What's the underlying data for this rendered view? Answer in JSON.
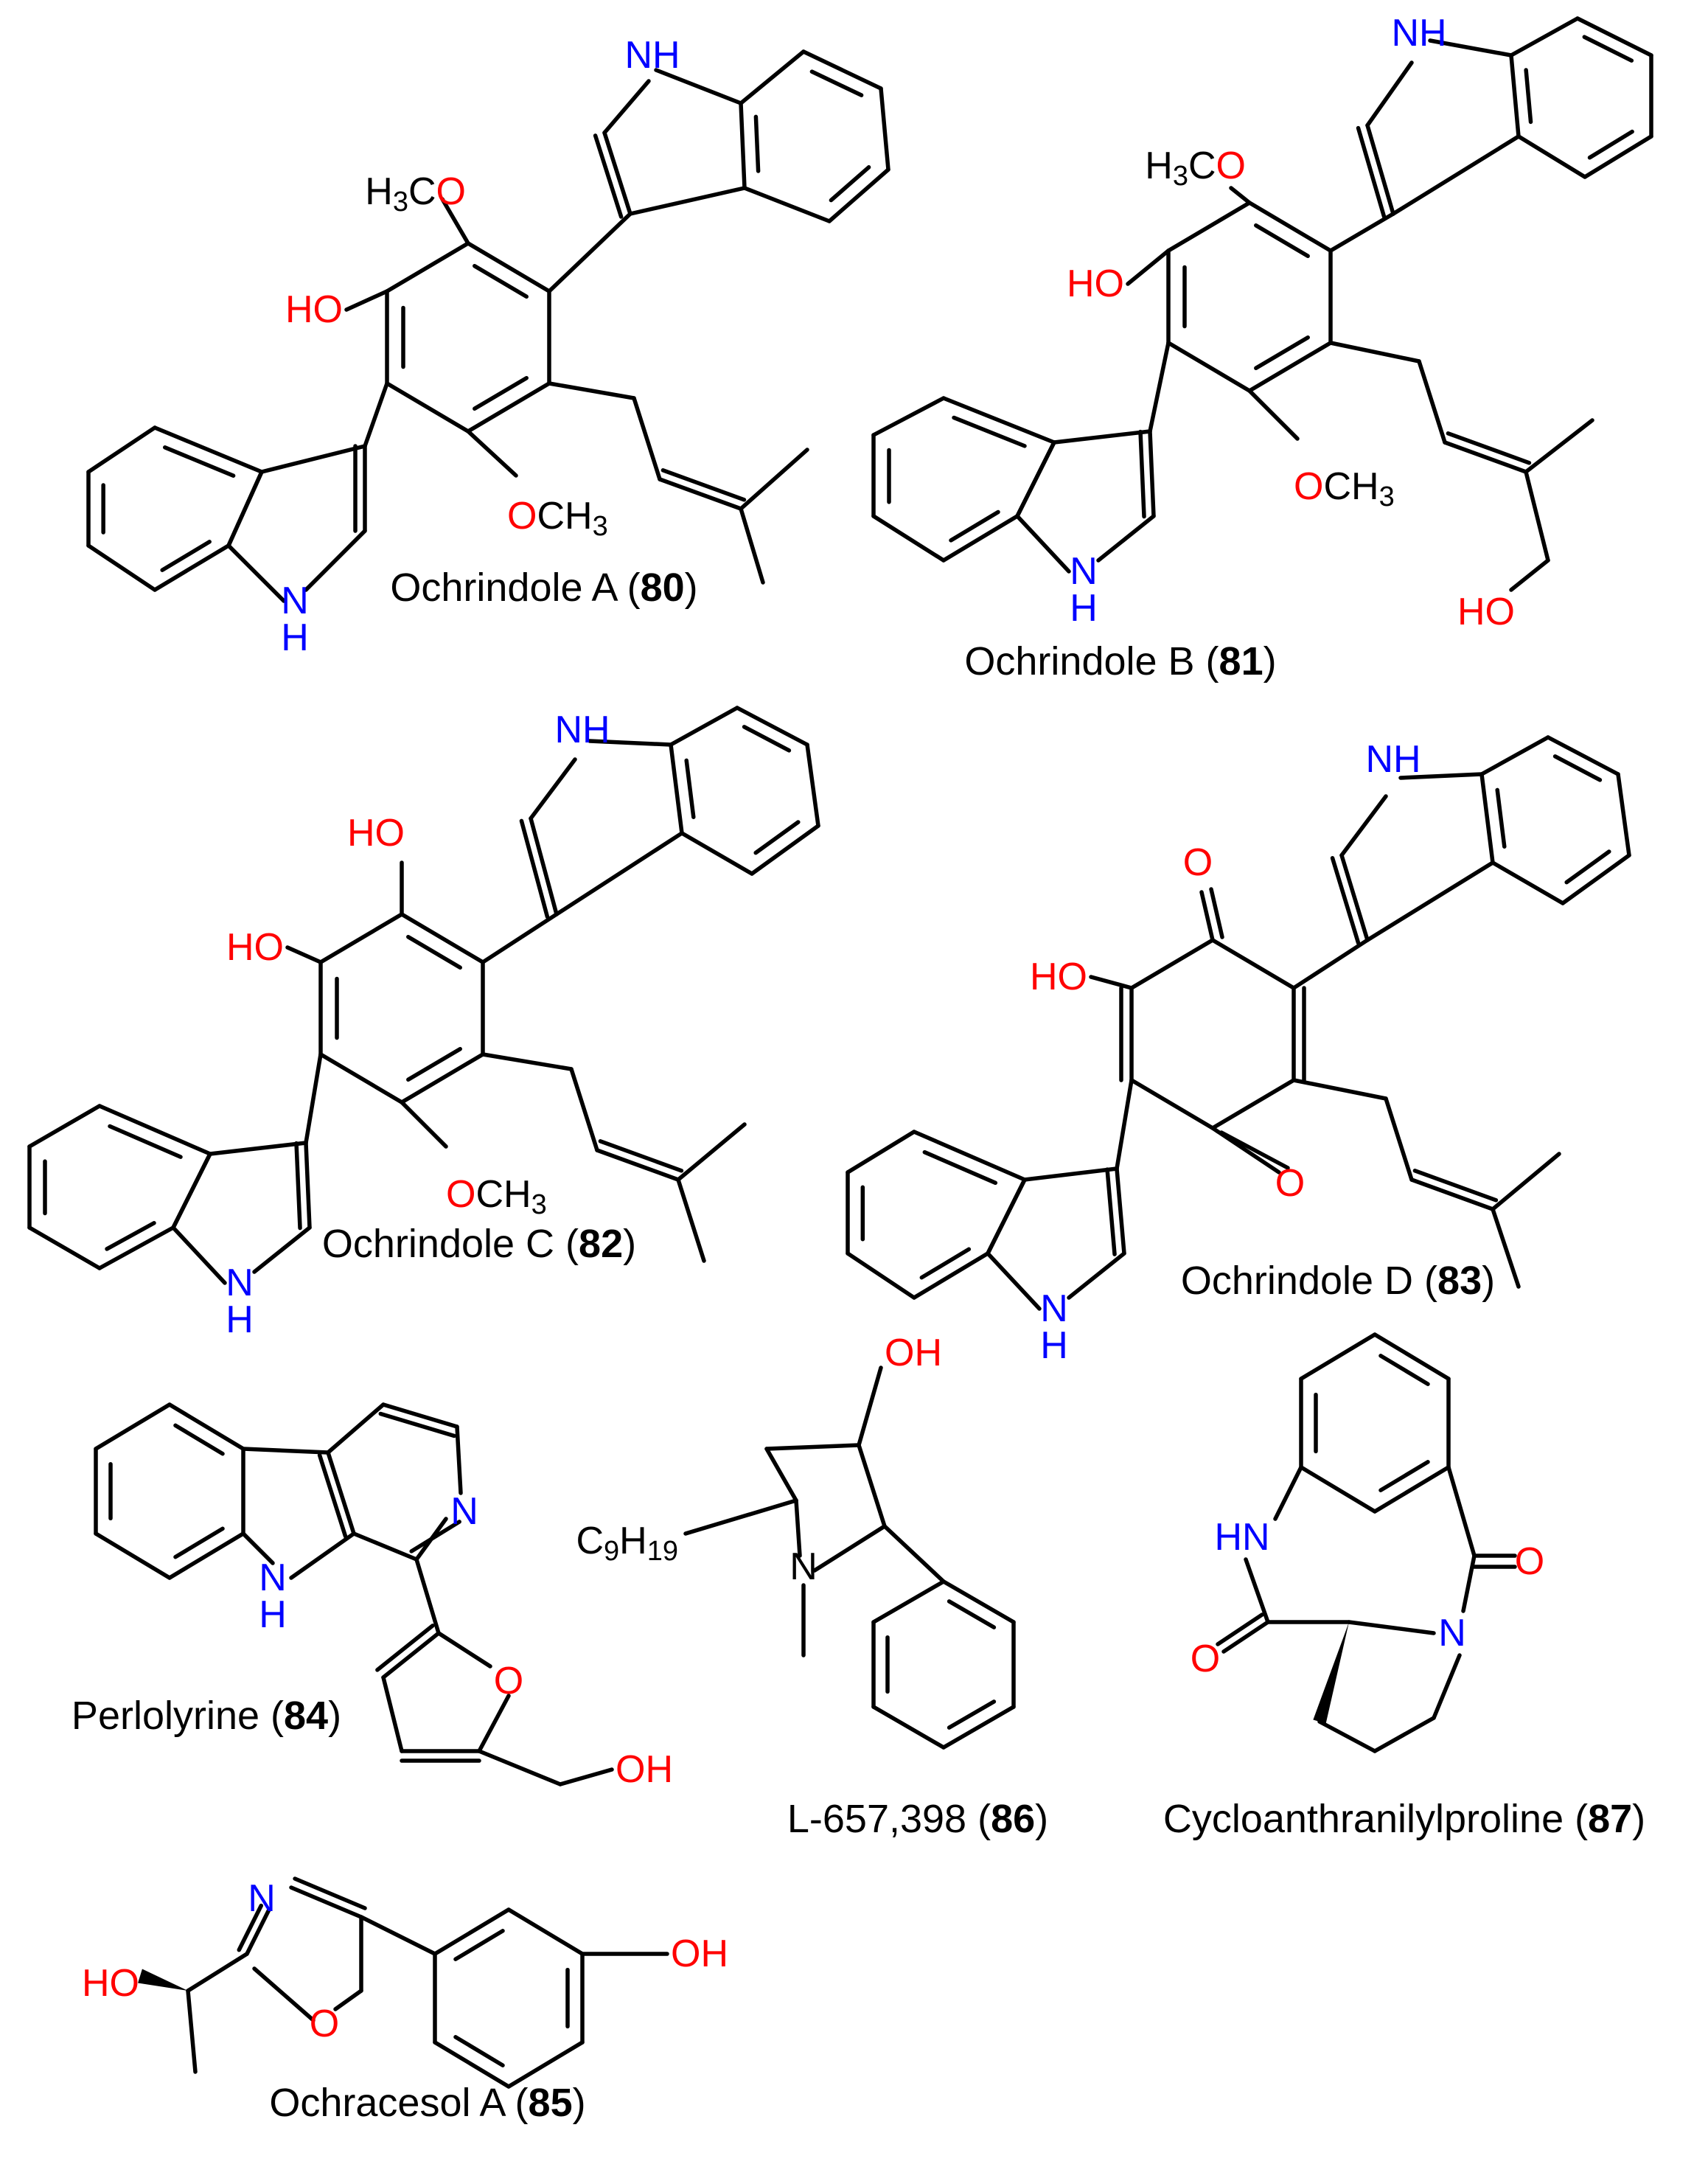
{
  "colors": {
    "bond": "#000000",
    "oxygen": "#ff0000",
    "nitrogen": "#0000ff",
    "text": "#000000"
  },
  "compounds": [
    {
      "name": "Ochrindole A",
      "number": "80"
    },
    {
      "name": "Ochrindole B",
      "number": "81"
    },
    {
      "name": "Ochrindole C",
      "number": "82"
    },
    {
      "name": "Ochrindole D",
      "number": "83"
    },
    {
      "name": "Perlolyrine",
      "number": "84"
    },
    {
      "name": "Ochracesol A",
      "number": "85"
    },
    {
      "name": "L-657,398",
      "number": "86"
    },
    {
      "name": "Cycloanthranilylproline",
      "number": "87"
    }
  ],
  "atoms": {
    "NH": "NH",
    "HN": "HN",
    "N": "N",
    "H": "H",
    "O": "O",
    "OH": "OH",
    "HO": "HO",
    "OCH3": "OCH",
    "H3CO_pre": "H",
    "H3CO_post": "C",
    "sub3": "3",
    "C9H19_c": "C",
    "C9H19_9": "9",
    "C9H19_h": "H",
    "C9H19_19": "19"
  }
}
